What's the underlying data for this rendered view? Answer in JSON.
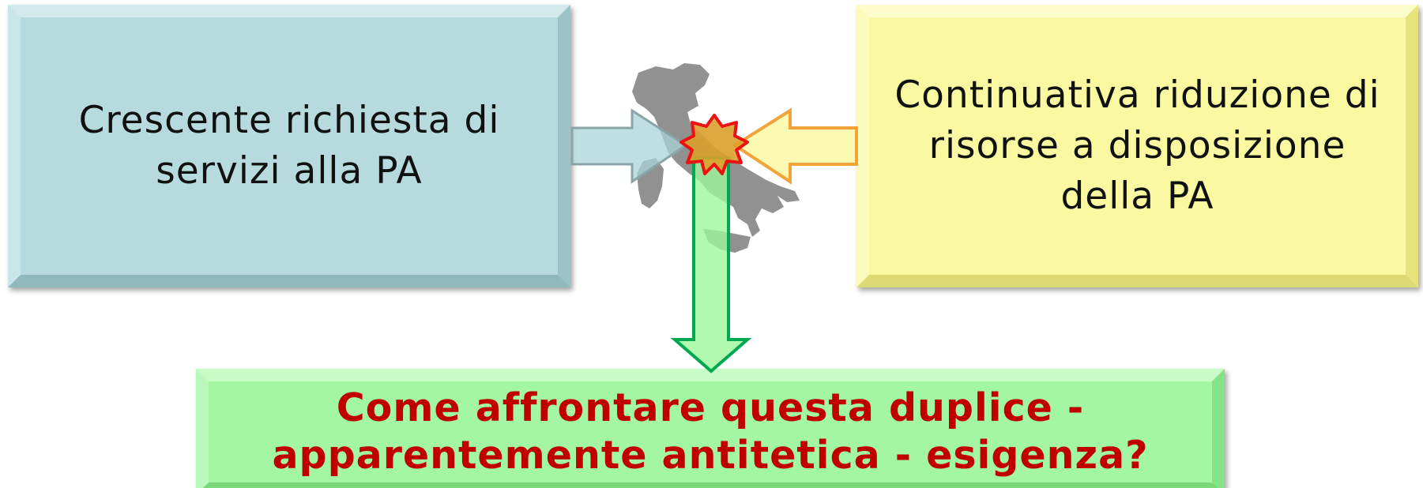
{
  "boxes": {
    "left": {
      "text": "Crescente richiesta di servizi alla PA",
      "color": "#b6dadd"
    },
    "right": {
      "text": "Continuativa riduzione di risorse a disposizione della PA",
      "color": "#faf8a0"
    },
    "bottom": {
      "text": "Come affrontare questa duplice - apparentemente antitetica - esigenza?",
      "color": "#a3f7a3",
      "text_color": "#c00000"
    }
  },
  "icons": {
    "map": "italy-map-icon",
    "burst": "collision-burst-icon"
  },
  "arrows": {
    "left_color": "#a9d4d8",
    "right_color": "#fbf79a",
    "down_color": "#9ef79e"
  }
}
